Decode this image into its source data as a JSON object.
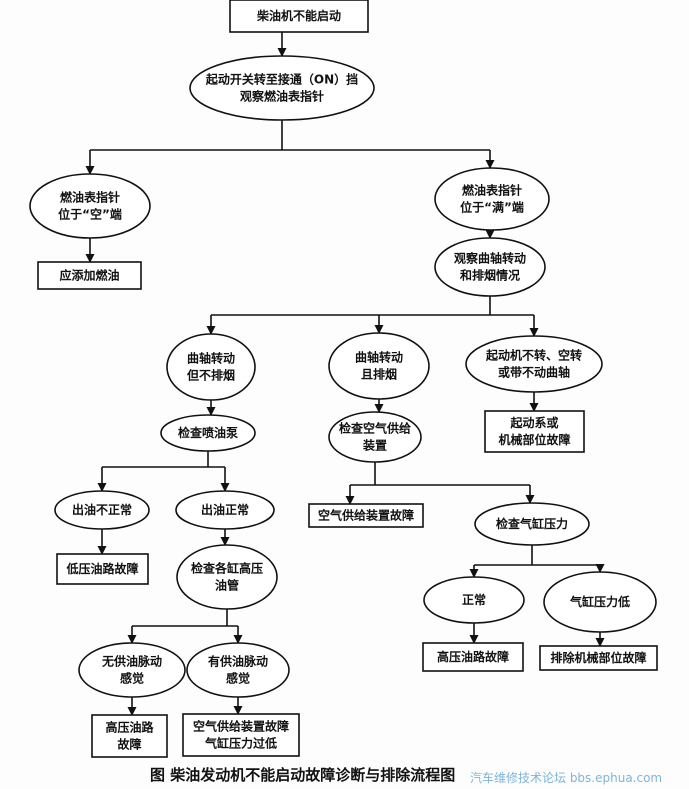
{
  "nodes": {
    "n1": {
      "lines": [
        "柴油机不能启动"
      ]
    },
    "n2": {
      "lines": [
        "起动开关转至接通（ON）挡",
        "观察燃油表指针"
      ]
    },
    "n3": {
      "lines": [
        "燃油表指针",
        "位于“空”端"
      ]
    },
    "n4": {
      "lines": [
        "燃油表指针",
        "位于“满”端"
      ]
    },
    "n5": {
      "lines": [
        "应添加燃油"
      ]
    },
    "n6": {
      "lines": [
        "观察曲轴转动",
        "和排烟情况"
      ]
    },
    "n7": {
      "lines": [
        "曲轴转动",
        "但不排烟"
      ]
    },
    "n8": {
      "lines": [
        "曲轴转动",
        "且排烟"
      ]
    },
    "n9": {
      "lines": [
        "起动机不转、空转",
        "或带不动曲轴"
      ]
    },
    "n10": {
      "lines": [
        "检查喷油泵"
      ]
    },
    "n11": {
      "lines": [
        "检查空气供给",
        "装置"
      ]
    },
    "n12": {
      "lines": [
        "起动系或",
        "机械部位故障"
      ]
    },
    "n13": {
      "lines": [
        "出油不正常"
      ]
    },
    "n14": {
      "lines": [
        "出油正常"
      ]
    },
    "n15": {
      "lines": [
        "空气供给装置故障"
      ]
    },
    "n16": {
      "lines": [
        "检查气缸压力"
      ]
    },
    "n17": {
      "lines": [
        "低压油路故障"
      ]
    },
    "n18": {
      "lines": [
        "检查各缸高压",
        "油管"
      ]
    },
    "n19": {
      "lines": [
        "正常"
      ]
    },
    "n20": {
      "lines": [
        "气缸压力低"
      ]
    },
    "n21": {
      "lines": [
        "高压油路故障"
      ]
    },
    "n22": {
      "lines": [
        "排除机械部位故障"
      ]
    },
    "n23": {
      "lines": [
        "无供油脉动",
        "感觉"
      ]
    },
    "n24": {
      "lines": [
        "有供油脉动",
        "感觉"
      ]
    },
    "n25": {
      "lines": [
        "高压油路",
        "故障"
      ]
    },
    "n26": {
      "lines": [
        "空气供给装置故障",
        "气缸压力过低"
      ]
    }
  },
  "caption": "图    柴油发动机不能启动故障诊断与排除流程图",
  "watermark": "汽车维修技术论坛 bbs.ephua.com"
}
